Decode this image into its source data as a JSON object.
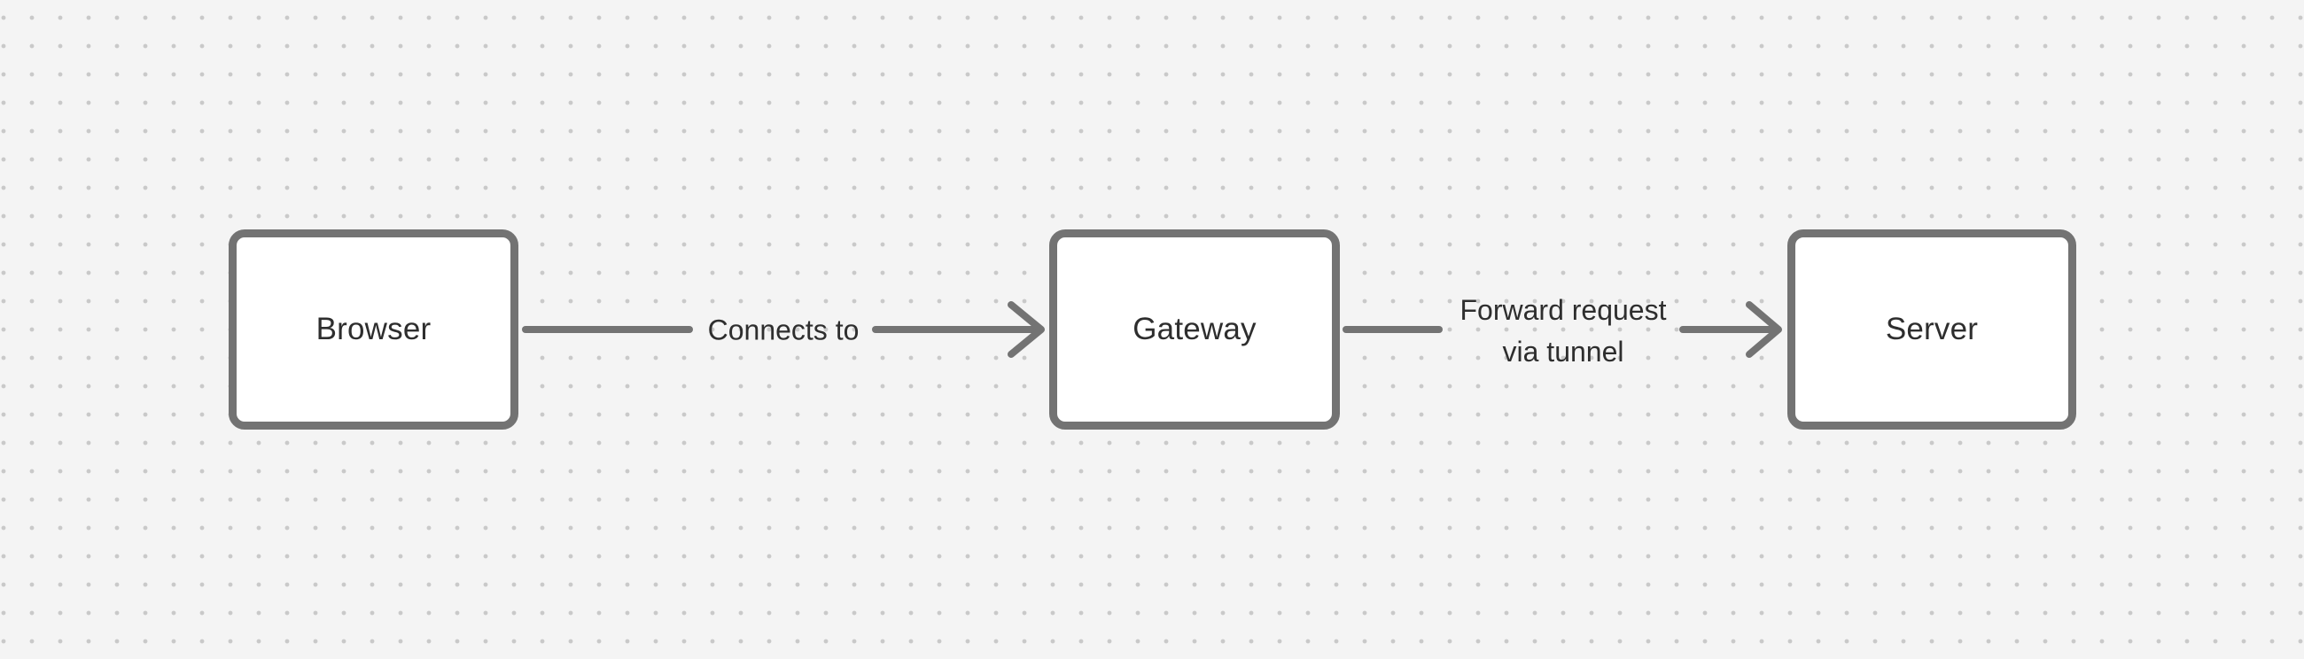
{
  "colors": {
    "canvas-bg": "#f4f4f4",
    "grid-dot": "#c9c9c9",
    "stroke": "#737373",
    "node-fill": "#ffffff",
    "text": "#2e2e2e"
  },
  "diagram": {
    "nodes": [
      {
        "id": "browser",
        "label": "Browser"
      },
      {
        "id": "gateway",
        "label": "Gateway"
      },
      {
        "id": "server",
        "label": "Server"
      }
    ],
    "edges": [
      {
        "from": "browser",
        "to": "gateway",
        "label": "Connects to"
      },
      {
        "from": "gateway",
        "to": "server",
        "label": "Forward request via tunnel",
        "label_lines": [
          "Forward request",
          "via tunnel"
        ]
      }
    ]
  }
}
